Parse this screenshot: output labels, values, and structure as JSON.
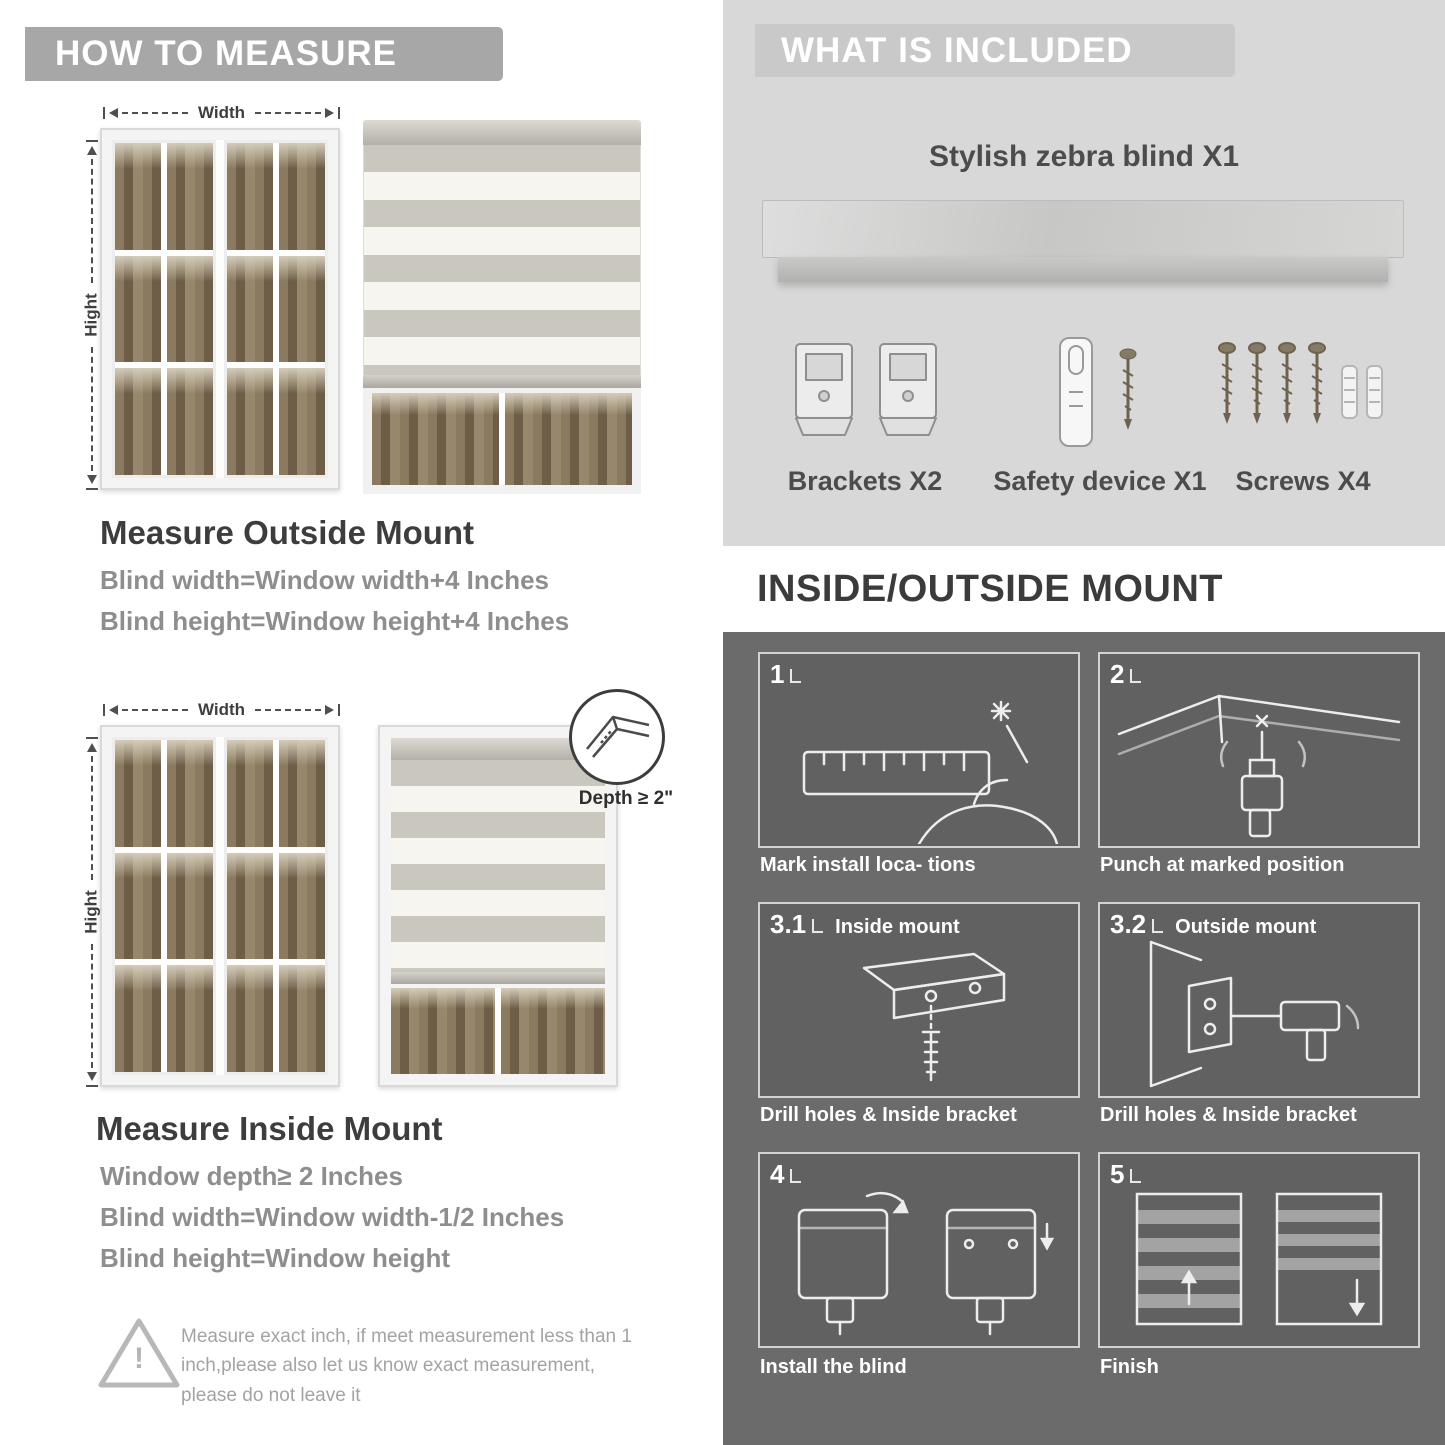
{
  "measure": {
    "banner": "HOW TO MEASURE",
    "width_label": "Width",
    "height_label": "Hight",
    "outside": {
      "heading": "Measure Outside Mount",
      "line1": "Blind width=Window width+4 Inches",
      "line2": "Blind height=Window height+4 Inches"
    },
    "inside": {
      "depth_badge": "Depth ≥ 2\"",
      "heading": "Measure Inside Mount",
      "line1": "Window depth≥ 2 Inches",
      "line2": "Blind width=Window width-1/2 Inches",
      "line3": "Blind height=Window height"
    },
    "warning_mark": "!",
    "note": "Measure exact inch, if meet measurement less than 1 inch,please also let us know exact measurement, please do not leave it"
  },
  "included": {
    "banner": "WHAT IS INCLUDED",
    "product_label": "Stylish zebra blind X1",
    "items": [
      {
        "label": "Brackets X2"
      },
      {
        "label": "Safety device X1"
      },
      {
        "label": "Screws X4"
      }
    ]
  },
  "mount": {
    "title": "INSIDE/OUTSIDE MOUNT",
    "steps": [
      {
        "num": "1",
        "label": "",
        "caption": "Mark install loca- tions"
      },
      {
        "num": "2",
        "label": "",
        "caption": "Punch at  marked position"
      },
      {
        "num": "3.1",
        "label": "Inside mount",
        "caption": "Drill holes &  Inside bracket"
      },
      {
        "num": "3.2",
        "label": "Outside mount",
        "caption": "Drill holes &  Inside bracket"
      },
      {
        "num": "4",
        "label": "",
        "caption": "Install the blind"
      },
      {
        "num": "5",
        "label": "",
        "caption": "Finish"
      }
    ]
  },
  "colors": {
    "banner_gray": "#a7a7a7",
    "light_gray_bg": "#d8d8d8",
    "dark_gray_bg": "#6b6b6b",
    "heading_text": "#3d3d3d",
    "body_text": "#8e8e8e"
  }
}
